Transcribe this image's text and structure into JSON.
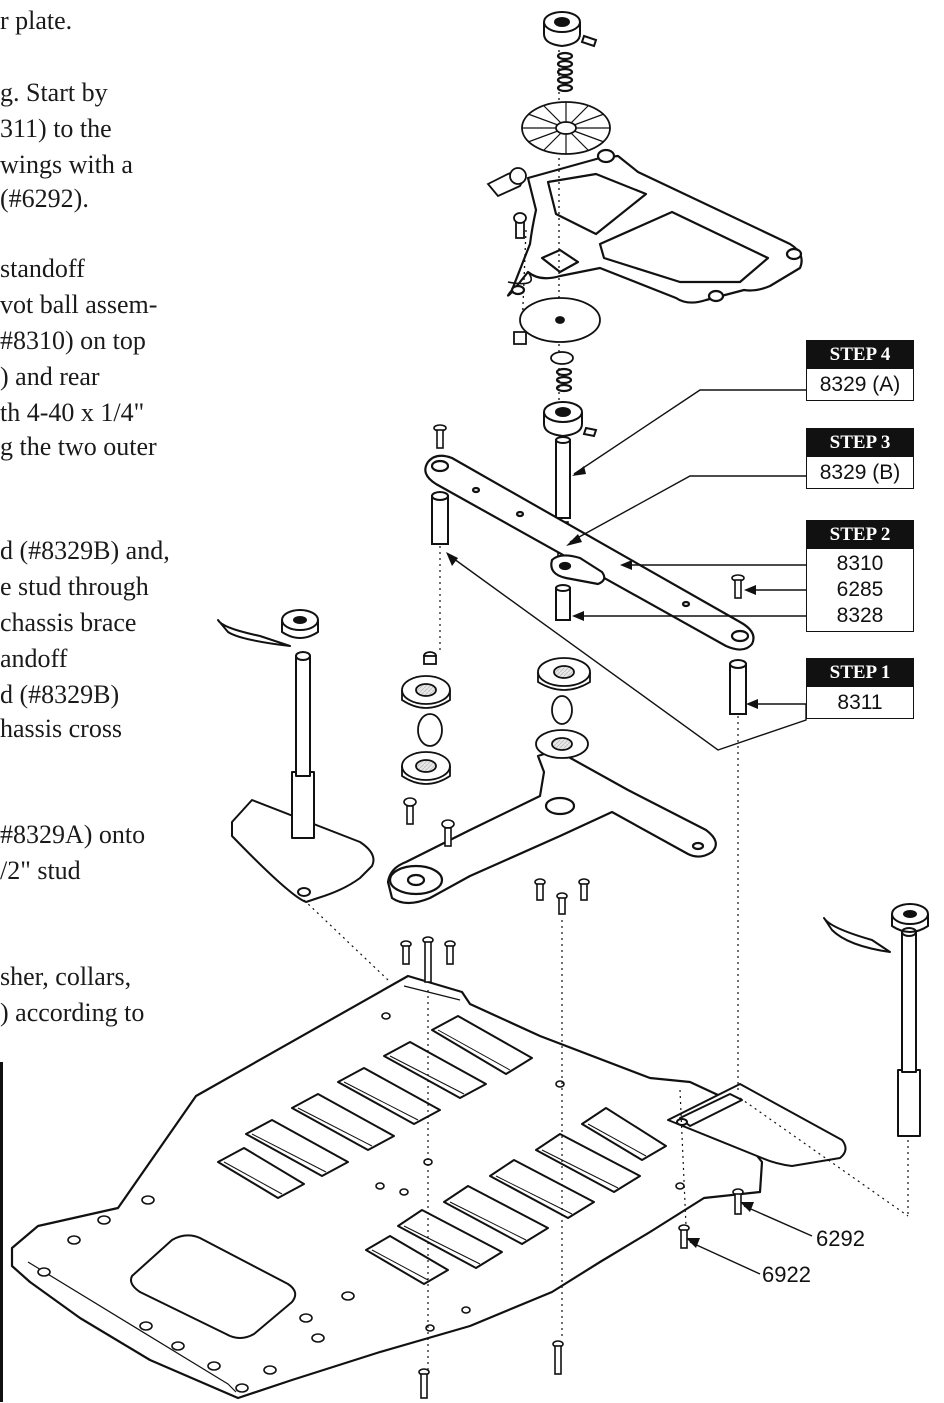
{
  "text_lines": [
    "r plate.",
    "",
    "g. Start by",
    "311) to the",
    " wings with a",
    "(#6292).",
    "",
    "standoff",
    "vot ball assem-",
    "#8310) on top",
    ") and rear",
    "th 4-40 x 1/4\"",
    "g the two outer",
    "",
    "",
    "d (#8329B) and,",
    "e stud through",
    "chassis brace",
    "andoff",
    "d (#8329B)",
    "hassis cross",
    "",
    "",
    "#8329A) onto",
    "/2\" stud",
    "",
    "",
    "sher, collars,",
    ") according to"
  ],
  "steps": [
    {
      "label": "STEP 4",
      "values": [
        "8329 (A)"
      ]
    },
    {
      "label": "STEP 3",
      "values": [
        "8329 (B)"
      ]
    },
    {
      "label": "STEP 2",
      "values": [
        "8310",
        "6285",
        "8328"
      ]
    },
    {
      "label": "STEP 1",
      "values": [
        "8311"
      ]
    }
  ],
  "part_labels": [
    "6292",
    "6922"
  ],
  "colors": {
    "ink": "#111111",
    "paper": "#ffffff",
    "shade": "#d8d8d8"
  }
}
